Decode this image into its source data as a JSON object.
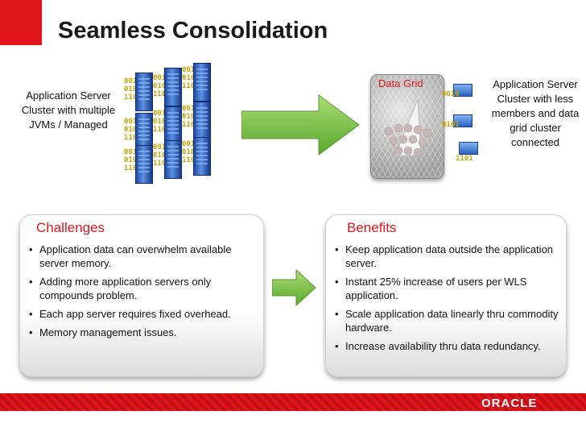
{
  "title": "Seamless Consolidation",
  "left_label": "Application Server Cluster with multiple JVMs / Managed",
  "right_label": "Application Server Cluster with less members and data grid cluster connected",
  "grid_label": "Data Grid",
  "binary_text": [
    "0010",
    "0101",
    "1101"
  ],
  "challenges": {
    "title": "Challenges",
    "items": [
      "Application data can overwhelm available server memory.",
      "Adding more application servers only compounds problem.",
      "Each app server requires fixed overhead.",
      "Memory management issues."
    ]
  },
  "benefits": {
    "title": "Benefits",
    "items": [
      "Keep application data outside the application server.",
      "Instant 25% increase of users per WLS application.",
      "Scale application data linearly thru commodity hardware.",
      "Increase availability thru data redundancy."
    ]
  },
  "footer_logo": "ORACLE",
  "colors": {
    "accent_red": "#e2141b",
    "arrow_green": "#7cc242",
    "server_blue": "#2a63c0"
  }
}
